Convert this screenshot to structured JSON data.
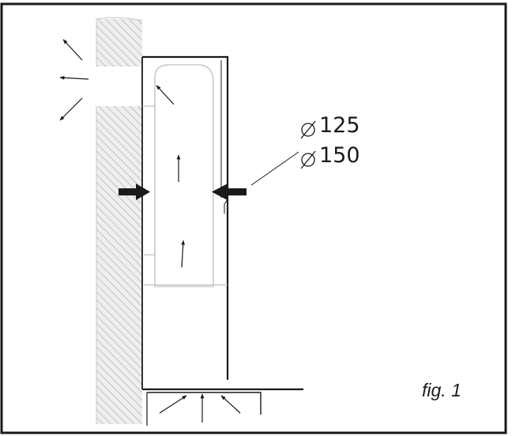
{
  "labels": {
    "diameter_small": "125",
    "diameter_large": "150",
    "figure_caption": "fig. 1"
  },
  "icons": {
    "diameter_symbol": "diameter-symbol-icon",
    "airflow": "airflow-arrow-icon",
    "pressure": "pressure-arrow-icon"
  },
  "colors": {
    "line": "#1a1a1a",
    "wall_fill": "#eeeeee",
    "wall_hatch": "#a8a8a8",
    "duct_outline": "#bdbdbd"
  }
}
